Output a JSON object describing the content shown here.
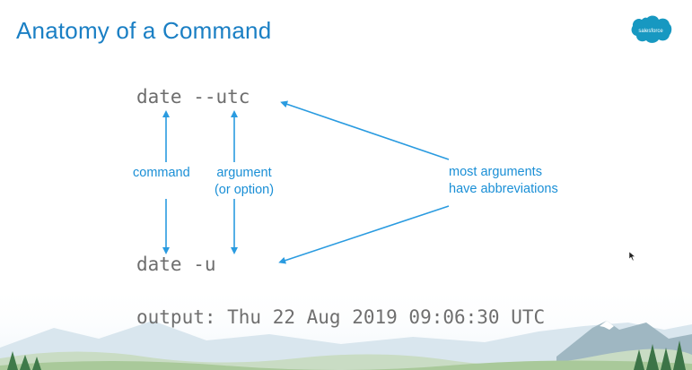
{
  "slide": {
    "title": "Anatomy of a Command",
    "logo_text": "salesforce",
    "command_full": "date --utc",
    "command_short": "date -u",
    "label_command": "command",
    "label_argument_line1": "argument",
    "label_argument_line2": "(or option)",
    "label_abbrev_line1": "most arguments",
    "label_abbrev_line2": "have abbreviations",
    "output_line": "output: Thu 22 Aug 2019 09:06:30 UTC"
  },
  "colors": {
    "title": "#1a7fc4",
    "accent_blue": "#1a8fd6",
    "arrow_blue": "#2a9be0",
    "code_gray": "#6d6d6d",
    "logo_blue": "#1798c1"
  },
  "icons": {
    "logo": "salesforce-cloud-logo",
    "cursor": "mouse-pointer-icon"
  }
}
